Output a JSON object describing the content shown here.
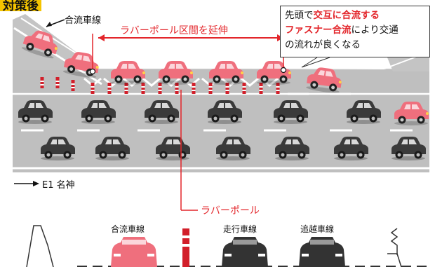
{
  "tag": "対策後",
  "labels": {
    "merge_lane_top": "合流車線",
    "extension": "ラバーポール区間を延伸",
    "direction": "E1 名神",
    "rubber_pole": "ラバーポール",
    "merge_lane": "合流車線",
    "travel_lane": "走行車線",
    "passing_lane": "追越車線"
  },
  "callout": {
    "l1_a": "先頭で",
    "l1_b": "交互に合流する",
    "l2_a": "ファスナー合流",
    "l2_b": "により交通",
    "l3": "の流れが良くなる"
  },
  "colors": {
    "tag_bg": "#f5c400",
    "accent_red": "#e3262b",
    "pink_car": "#ef6f7d",
    "dark_car": "#3a3a3a",
    "road": "#bdbdbd"
  }
}
